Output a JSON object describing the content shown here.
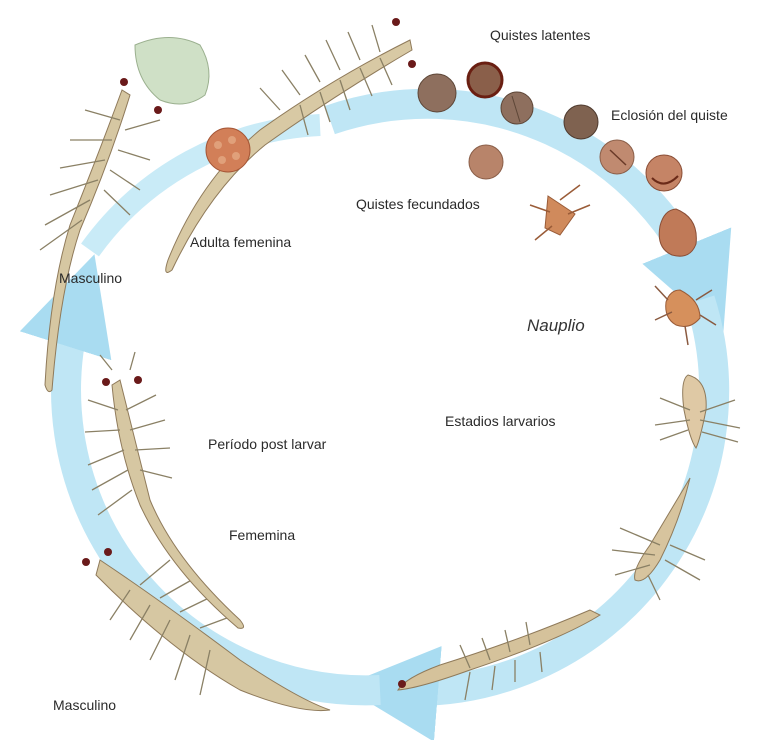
{
  "diagram": {
    "labels": {
      "latent_cysts": "Quistes latentes",
      "cyst_hatching": "Eclosión del quiste",
      "fertilized_cysts": "Quistes fecundados",
      "adult_female": "Adulta femenina",
      "male_top": "Masculino",
      "nauplius": "Nauplio",
      "larval_stages": "Estadios larvarios",
      "post_larval": "Período post larvar",
      "female": "Fememina",
      "male_bottom": "Masculino"
    },
    "colors": {
      "cycle_arrow": "#bfe6f5",
      "cycle_arrow_edge": "#8fd0ec",
      "body": "#d8c9a4",
      "body_edge": "#8f8060",
      "legs": "#7f7a62",
      "eye": "#6a1a1a",
      "cyst": "#9c7560",
      "cyst_dark": "#7d5a46",
      "egg_sac": "#d48158",
      "nauplius": "#d89060",
      "shell": "#c8dcc0"
    }
  }
}
